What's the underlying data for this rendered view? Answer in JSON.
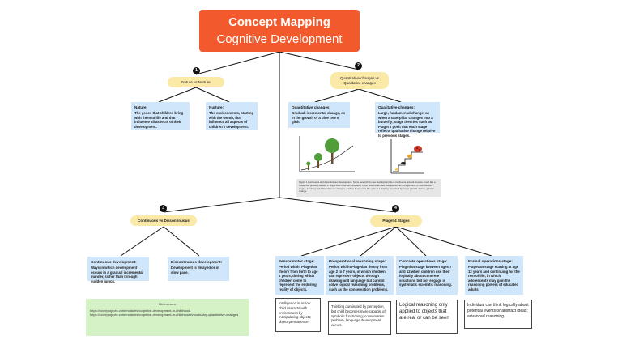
{
  "title": {
    "main": "Concept Mapping",
    "sub": "Cognitive Development"
  },
  "numbers": [
    "1",
    "2",
    "3",
    "4"
  ],
  "branch1": {
    "label": "Nature vs Nurture",
    "cards": [
      {
        "heading": "Nature:",
        "text": "The genes that children bring with them to life and that influence all aspects of their development."
      },
      {
        "heading": "Nurture:",
        "text": "The environments, starting with the womb, that influence all aspects of children's development."
      }
    ]
  },
  "branch2": {
    "label": "Quantitative changes vs Qualitative changes",
    "cards": [
      {
        "heading": "Quantitative changes:",
        "text": "Gradual, incremental change, as in the growth of a pine tree's girth."
      },
      {
        "heading": "Qualitative changes:",
        "text": "Large, fundamental change, as when a caterpillar changes into a butterfly; stage theories such as Piaget's posit that each stage reflects qualitative change relative to previous stages."
      }
    ],
    "caption": "Figure 1 Continuous and discontinuous development. Some researchers see development as a continuous gradual process, much like a maple tree growing steadily in height and cross-sectional area. Other researchers see development as a progression of discontinuous stages, involving rapid discontinuous changes, such as those in the life cycle of a ladybug separated by longer periods of slow, gradual change."
  },
  "branch3": {
    "label": "Continuous vs Discontinuous",
    "cards": [
      {
        "heading": "Continuous development:",
        "text": "Ways in which development occurs in a gradual incremental manner, rather than through sudden jumps."
      },
      {
        "heading": "Discontinuous development:",
        "text": "Development is delayed or in slow pace."
      }
    ]
  },
  "branch4": {
    "label": "Piaget 4 Stages",
    "stages": [
      {
        "heading": "Sensorimotor stage:",
        "text": "Period within Piagetian theory from birth to age 2 years, during which children come to represent the enduring reality of objects.",
        "note": "Intelligence in action: child interacts with environment by manipulating objects; object permanence"
      },
      {
        "heading": "Preoperational reasoning stage:",
        "text": "Period within Piagetian theory from age 2 to 7 years, in which children can represent objects through drawing and language but cannot solve logical reasoning problems, such as the conservation problems.",
        "note": "Thinking dominated by perception, but child becomes more capable of symbolic functioning; conservation problem, language development occurs."
      },
      {
        "heading": "Concrete operations stage:",
        "text": "Piagetian stage between ages 7 and 12 when children use their logically about concrete situations but not engage in systematic scientific reasoning.",
        "note": "Logical reasoning only applied to objects that are real or can be seen"
      },
      {
        "heading": "Formal operations stage:",
        "text": "Piagetian stage starting at age 12 years and continuing for the rest of life, in which adolescents may gain the reasoning powers of educated adults.",
        "note": "Individual can think logically about potential events or abstract ideas; advanced reasoning"
      }
    ]
  },
  "references": {
    "heading": "References:",
    "items": [
      "https://ccdeprojects.com/modules/cognitive-development-in-childhood",
      "https://ccdeprojects.com/modules/cognitive-development-in-childhood#vocabulary-quantitative-changes"
    ]
  },
  "colors": {
    "title": "#f25a2e",
    "pill": "#fbe9a8",
    "card": "#cfe6fb",
    "refs": "#d5f2c7"
  }
}
